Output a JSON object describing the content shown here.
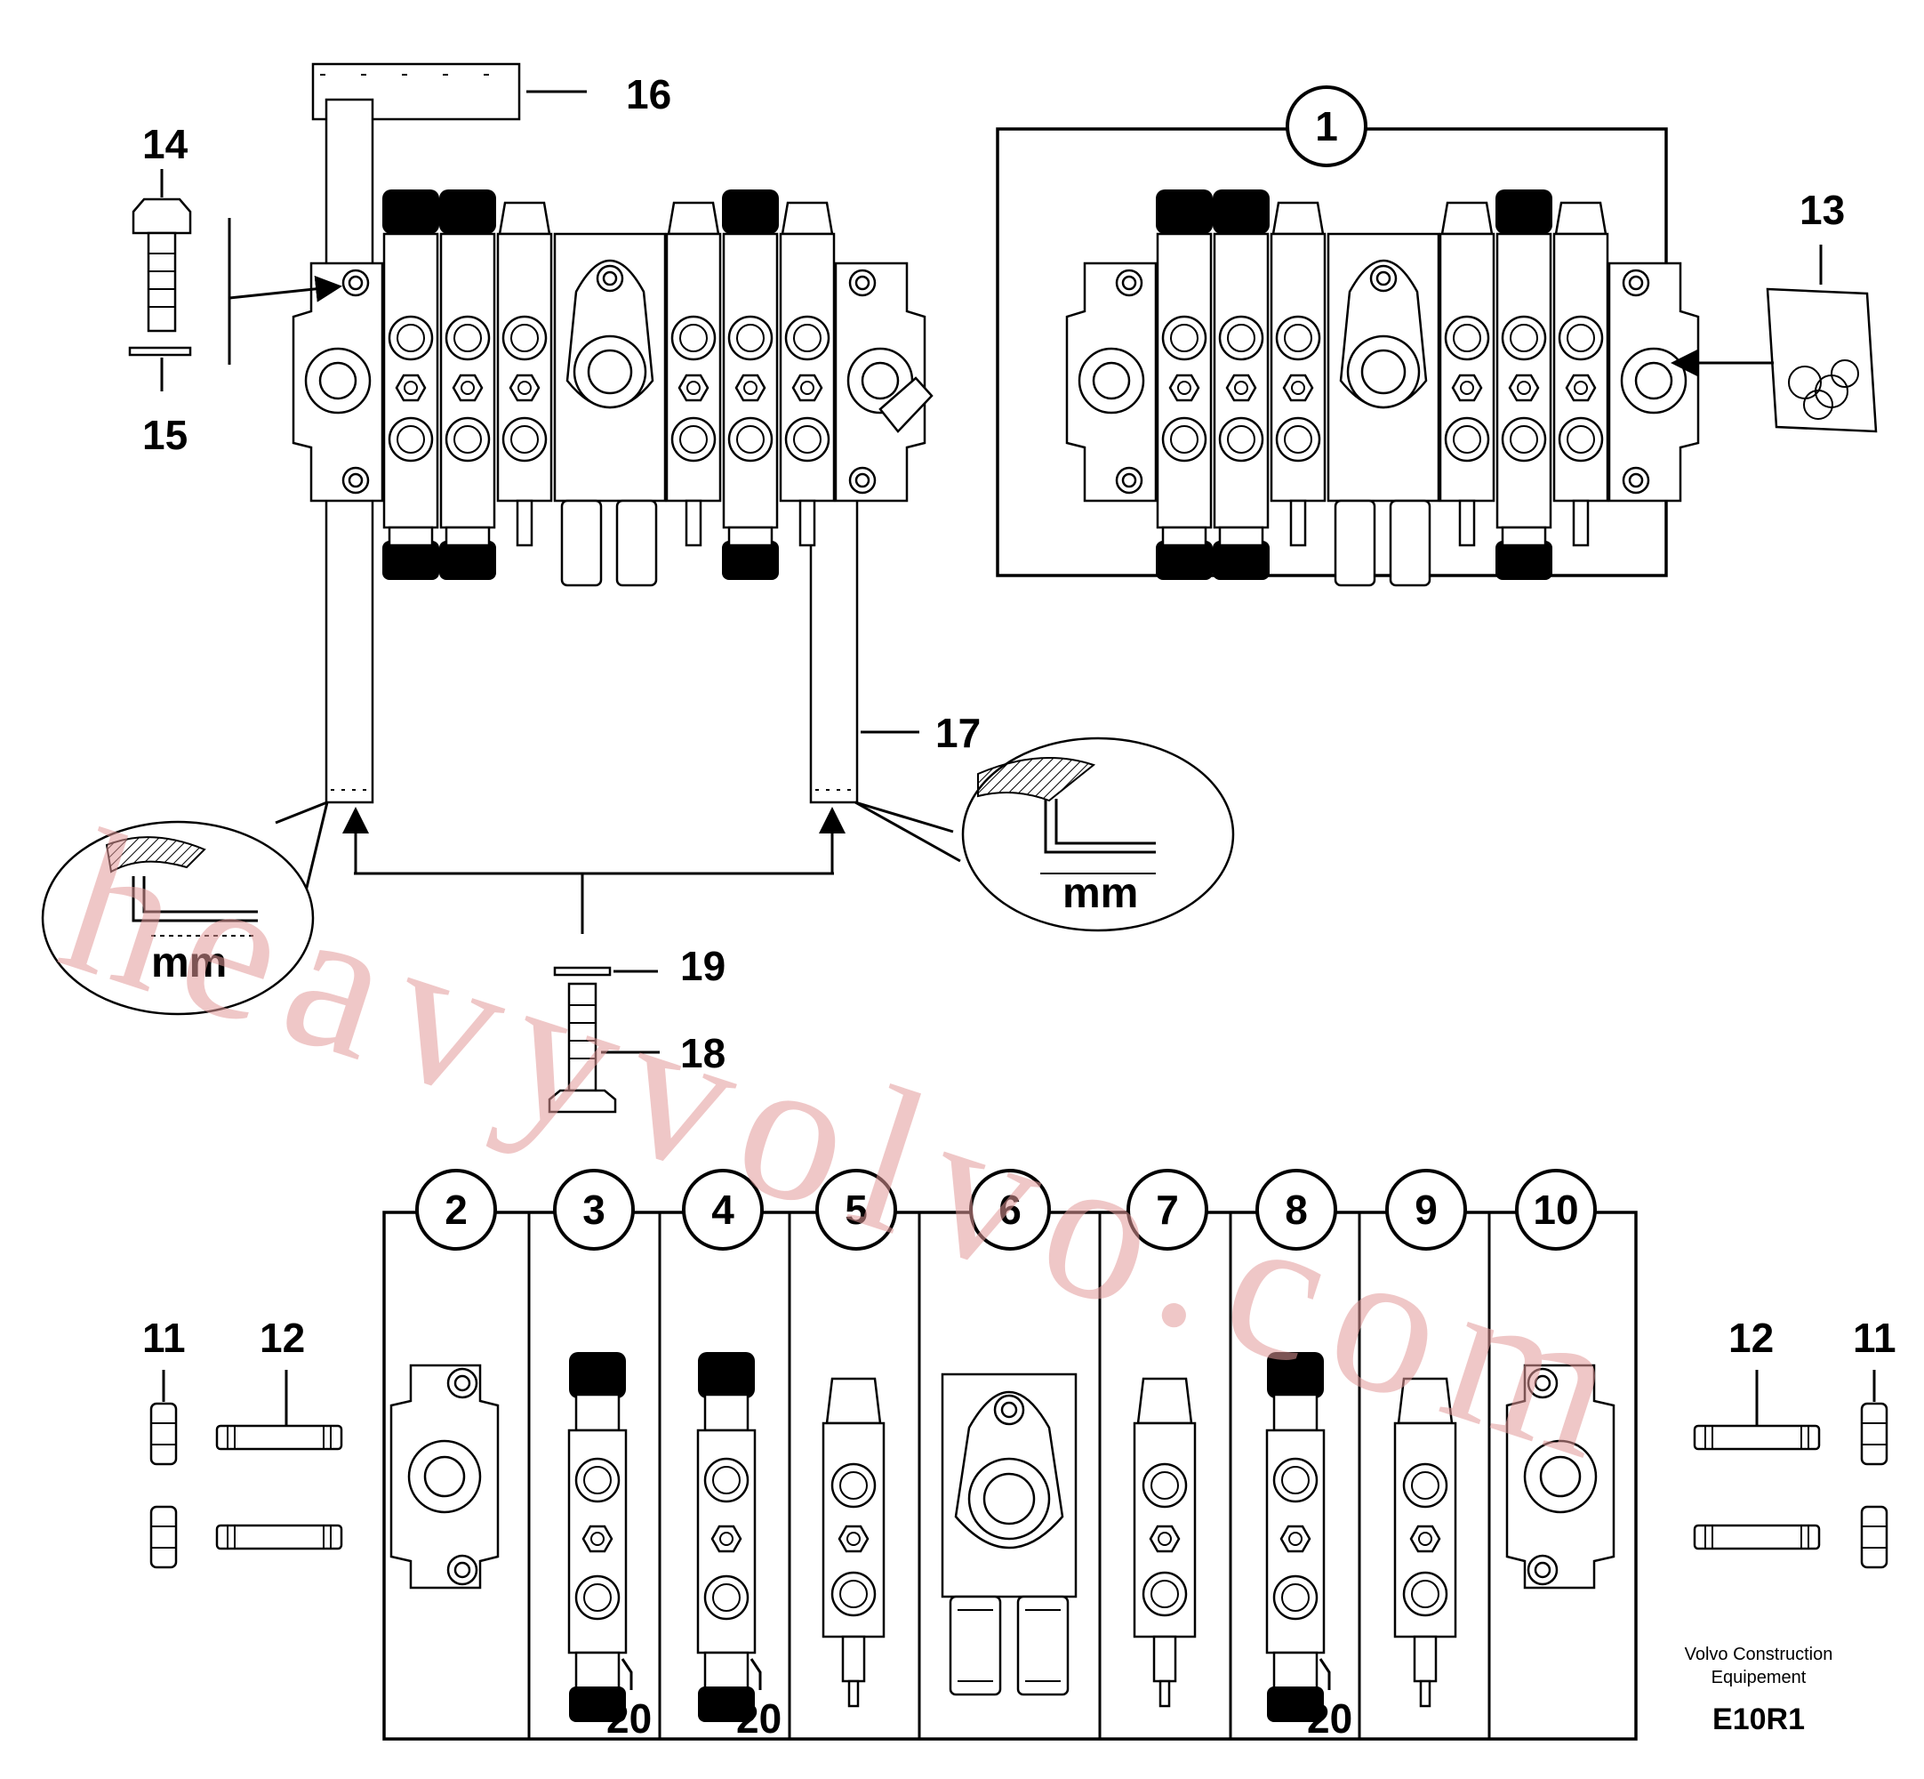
{
  "labels": {
    "assembly": "1",
    "sections": [
      "2",
      "3",
      "4",
      "5",
      "6",
      "7",
      "8",
      "9",
      "10"
    ],
    "nut": "11",
    "stud": "12",
    "seal_kit": "13",
    "bolt": "14",
    "washer": "15",
    "bracket": "16",
    "tube": "17",
    "screw": "18",
    "screw_washer": "19",
    "seal": "20"
  },
  "detail_unit": "mm",
  "footer": {
    "company_line1": "Volvo Construction",
    "company_line2": "Equipement",
    "code": "E10R1"
  },
  "watermark": "heavyvolvo.com"
}
